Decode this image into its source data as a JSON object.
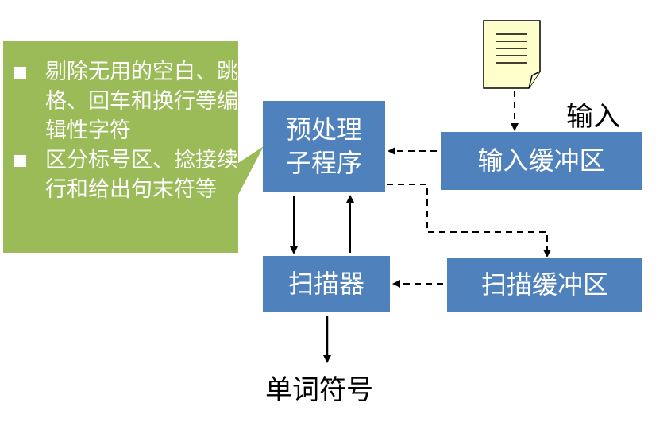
{
  "callout": {
    "items": [
      "剔除无用的空白、跳格、回车和换行等编辑性字符",
      "区分标号区、捻接续行和给出句末符等"
    ]
  },
  "boxes": {
    "preprocessor_line1": "预处理",
    "preprocessor_line2": "子程序",
    "scanner": "扫描器",
    "input_buffer": "输入缓冲区",
    "scan_buffer": "扫描缓冲区"
  },
  "labels": {
    "input": "输入",
    "tokens": "单词符号"
  },
  "colors": {
    "box_fill": "#4f81bd",
    "callout_fill": "#9bbb59",
    "document_fill": "#ffffcc"
  },
  "icons": {
    "document": "document-icon"
  }
}
